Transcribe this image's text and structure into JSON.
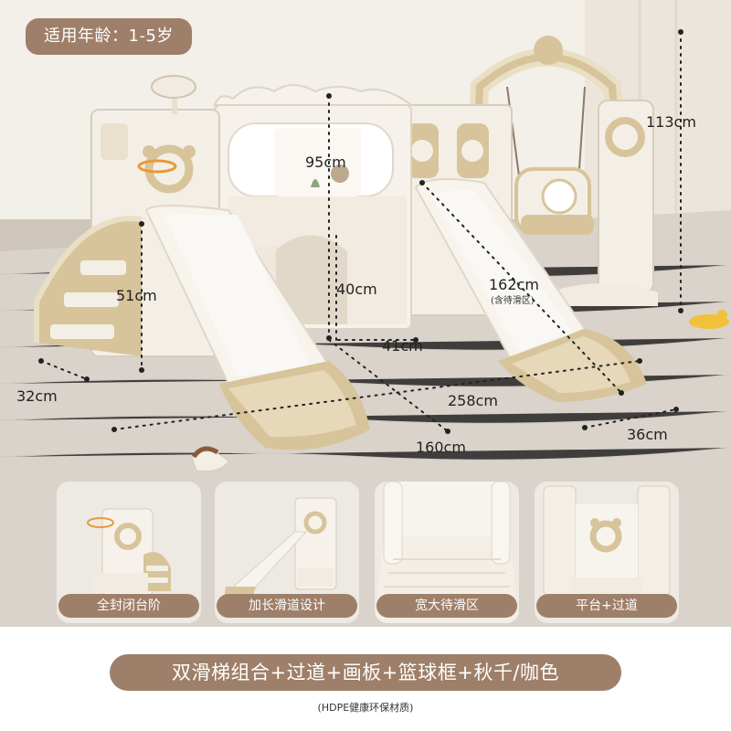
{
  "badge": {
    "age": "适用年龄：1-5岁"
  },
  "dimensions": {
    "height_swing": "113cm",
    "height_castle": "95cm",
    "height_platform": "51cm",
    "height_tunnel": "40cm",
    "width_tunnel": "41cm",
    "slide_length": "162cm",
    "slide_note": "(含待滑区)",
    "total_length": "258cm",
    "stairs_depth": "32cm",
    "slide_depth": "160cm",
    "slide_width": "36cm"
  },
  "features": [
    {
      "label": "全封闭台阶"
    },
    {
      "label": "加长滑道设计"
    },
    {
      "label": "宽大待滑区"
    },
    {
      "label": "平台+过道"
    }
  ],
  "product_line": "双滑梯组合+过道+画板+篮球框+秋千/咖色",
  "material": "(HDPE健康环保材质)",
  "colors": {
    "accent": "#9e7f69",
    "beige": "#d8c49a",
    "cream": "#f4efe6",
    "rug": "#d9d3cc"
  }
}
